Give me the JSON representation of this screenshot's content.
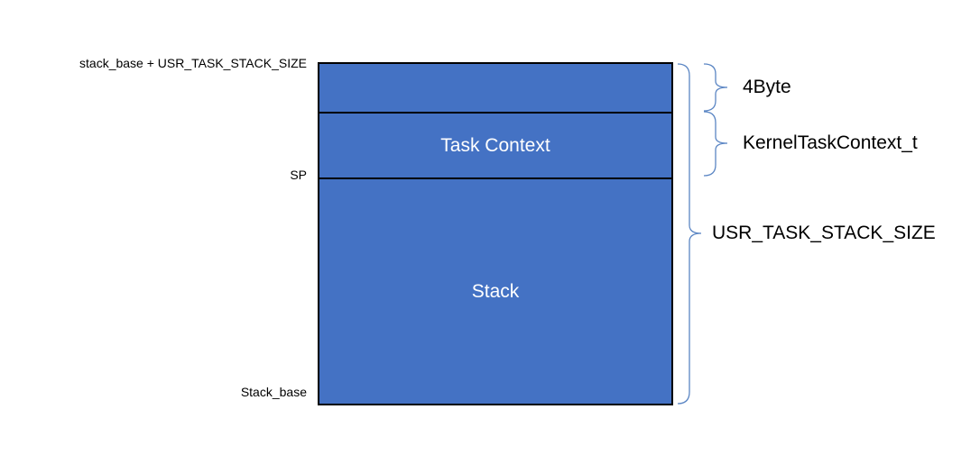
{
  "labels": {
    "top_address": "stack_base + USR_TASK_STACK_SIZE",
    "sp": "SP",
    "bottom_address": "Stack_base"
  },
  "segments": {
    "top": "",
    "task_context": "Task Context",
    "stack": "Stack"
  },
  "braces": {
    "top_segment": "4Byte",
    "context_segment": "KernelTaskContext_t",
    "whole_stack": "USR_TASK_STACK_SIZE"
  },
  "colors": {
    "block_fill": "#4472c4",
    "block_border": "#000000",
    "brace_stroke": "#5b86c4"
  }
}
